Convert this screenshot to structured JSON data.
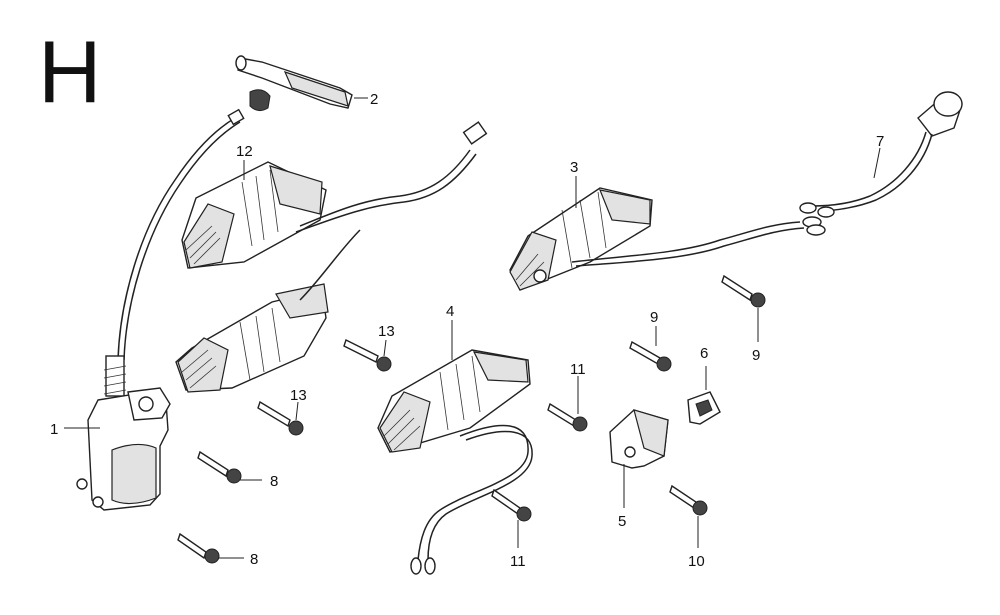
{
  "section": {
    "letter": "H"
  },
  "callouts": [
    {
      "id": "c1",
      "label": "1"
    },
    {
      "id": "c2",
      "label": "2"
    },
    {
      "id": "c3",
      "label": "3"
    },
    {
      "id": "c4",
      "label": "4"
    },
    {
      "id": "c5",
      "label": "5"
    },
    {
      "id": "c6",
      "label": "6"
    },
    {
      "id": "c7",
      "label": "7"
    },
    {
      "id": "c8a",
      "label": "8"
    },
    {
      "id": "c8b",
      "label": "8"
    },
    {
      "id": "c9a",
      "label": "9"
    },
    {
      "id": "c9b",
      "label": "9"
    },
    {
      "id": "c10",
      "label": "10"
    },
    {
      "id": "c11a",
      "label": "11"
    },
    {
      "id": "c11b",
      "label": "11"
    },
    {
      "id": "c12",
      "label": "12"
    },
    {
      "id": "c13a",
      "label": "13"
    },
    {
      "id": "c13b",
      "label": "13"
    }
  ]
}
